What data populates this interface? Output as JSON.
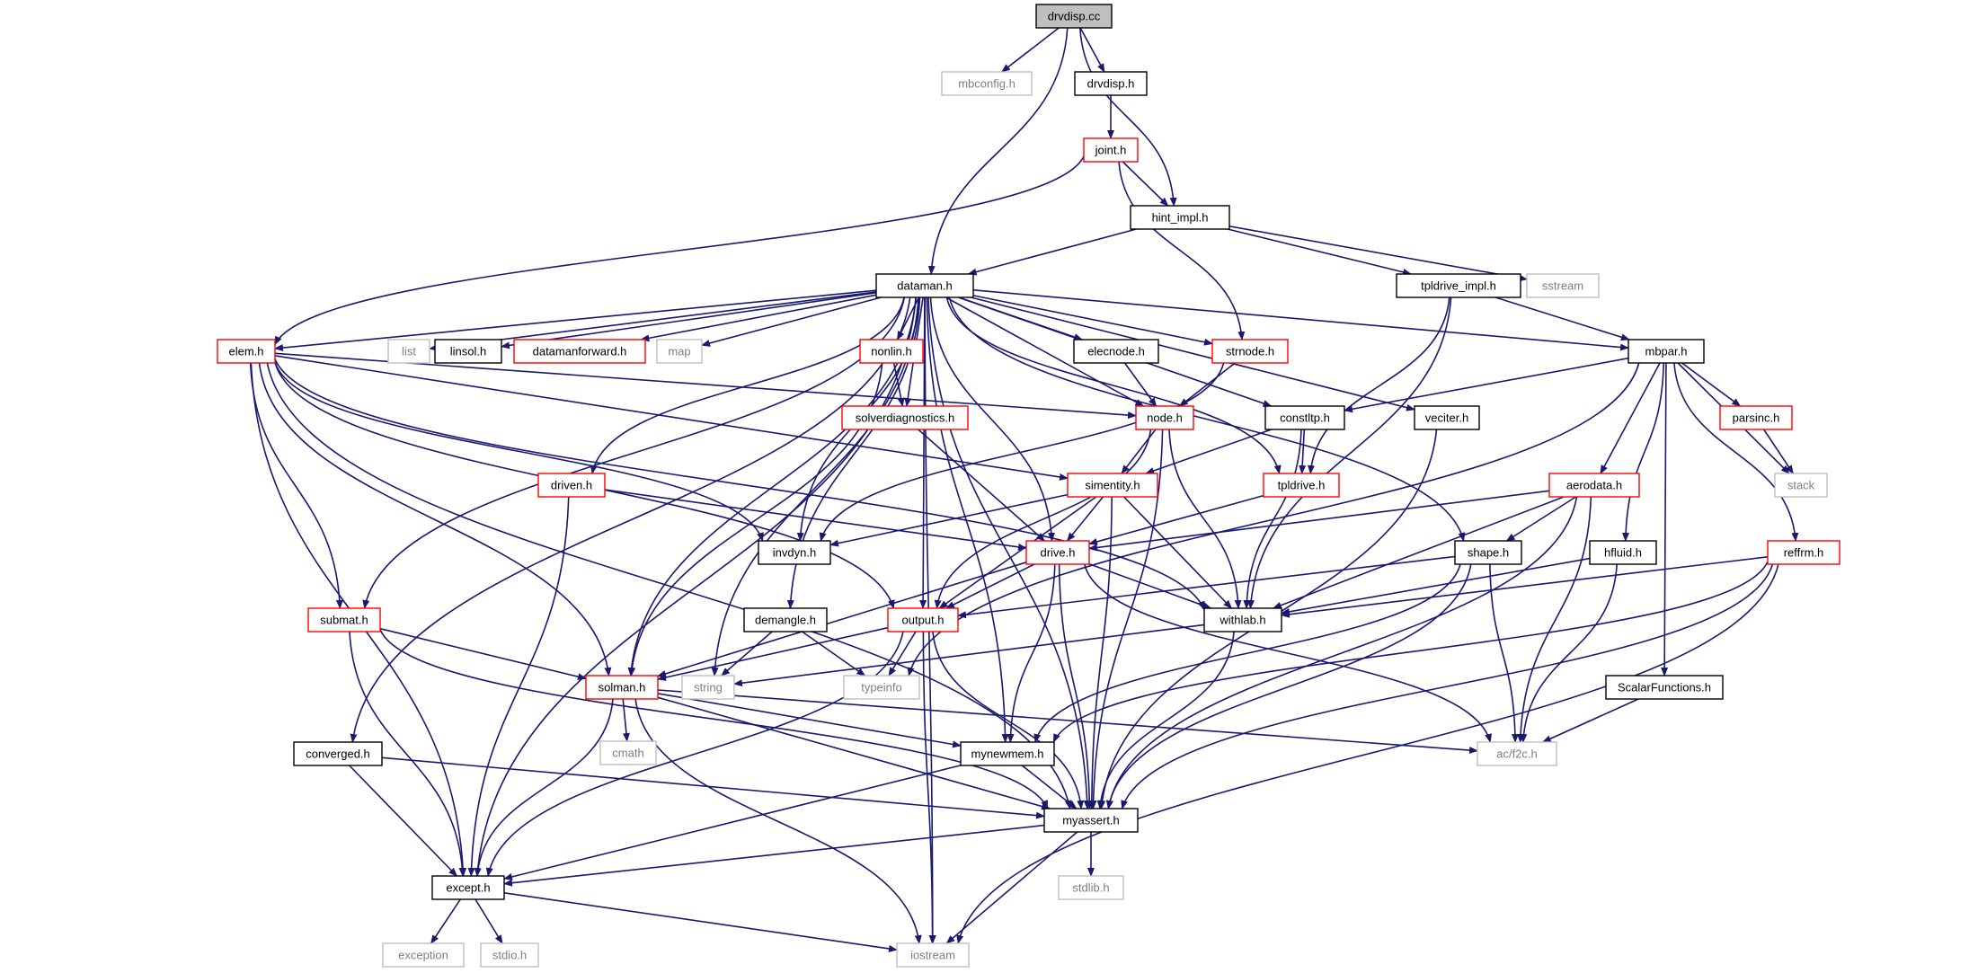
{
  "graph": {
    "colors": {
      "edge": "#191970",
      "root_fill": "#bfbfbf",
      "root_border": "#000000",
      "normal_border": "#000000",
      "truncated_border": "#ff0000",
      "system_border": "#bfbfbf",
      "system_text": "#7f7f7f",
      "text": "#000000"
    },
    "nodes": [
      {
        "id": "drvdisp_cc",
        "label": "drvdisp.cc",
        "kind": "root"
      },
      {
        "id": "mbconfig_h",
        "label": "mbconfig.h",
        "kind": "system"
      },
      {
        "id": "drvdisp_h",
        "label": "drvdisp.h",
        "kind": "normal"
      },
      {
        "id": "joint_h",
        "label": "joint.h",
        "kind": "truncated"
      },
      {
        "id": "hint_impl_h",
        "label": "hint_impl.h",
        "kind": "normal"
      },
      {
        "id": "dataman_h",
        "label": "dataman.h",
        "kind": "normal"
      },
      {
        "id": "tpldrive_impl_h",
        "label": "tpldrive_impl.h",
        "kind": "normal"
      },
      {
        "id": "sstream",
        "label": "sstream",
        "kind": "system"
      },
      {
        "id": "elem_h",
        "label": "elem.h",
        "kind": "truncated"
      },
      {
        "id": "list",
        "label": "list",
        "kind": "system"
      },
      {
        "id": "linsol_h",
        "label": "linsol.h",
        "kind": "normal"
      },
      {
        "id": "datamanforward_h",
        "label": "datamanforward.h",
        "kind": "truncated"
      },
      {
        "id": "map",
        "label": "map",
        "kind": "system"
      },
      {
        "id": "nonlin_h",
        "label": "nonlin.h",
        "kind": "truncated"
      },
      {
        "id": "elecnode_h",
        "label": "elecnode.h",
        "kind": "normal"
      },
      {
        "id": "strnode_h",
        "label": "strnode.h",
        "kind": "truncated"
      },
      {
        "id": "mbpar_h",
        "label": "mbpar.h",
        "kind": "normal"
      },
      {
        "id": "node_h",
        "label": "node.h",
        "kind": "truncated"
      },
      {
        "id": "solverdiagnostics_h",
        "label": "solverdiagnostics.h",
        "kind": "truncated"
      },
      {
        "id": "constltp_h",
        "label": "constltp.h",
        "kind": "normal"
      },
      {
        "id": "veciter_h",
        "label": "veciter.h",
        "kind": "normal"
      },
      {
        "id": "parsinc_h",
        "label": "parsinc.h",
        "kind": "truncated"
      },
      {
        "id": "stack",
        "label": "stack",
        "kind": "system"
      },
      {
        "id": "driven_h",
        "label": "driven.h",
        "kind": "truncated"
      },
      {
        "id": "simentity_h",
        "label": "simentity.h",
        "kind": "truncated"
      },
      {
        "id": "tpldrive_h",
        "label": "tpldrive.h",
        "kind": "truncated"
      },
      {
        "id": "aerodata_h",
        "label": "aerodata.h",
        "kind": "truncated"
      },
      {
        "id": "invdyn_h",
        "label": "invdyn.h",
        "kind": "normal"
      },
      {
        "id": "drive_h",
        "label": "drive.h",
        "kind": "truncated"
      },
      {
        "id": "shape_h",
        "label": "shape.h",
        "kind": "normal"
      },
      {
        "id": "hfluid_h",
        "label": "hfluid.h",
        "kind": "normal"
      },
      {
        "id": "reffrm_h",
        "label": "reffrm.h",
        "kind": "truncated"
      },
      {
        "id": "demangle_h",
        "label": "demangle.h",
        "kind": "normal"
      },
      {
        "id": "output_h",
        "label": "output.h",
        "kind": "truncated"
      },
      {
        "id": "withlab_h",
        "label": "withlab.h",
        "kind": "normal"
      },
      {
        "id": "submat_h",
        "label": "submat.h",
        "kind": "truncated"
      },
      {
        "id": "string",
        "label": "string",
        "kind": "system"
      },
      {
        "id": "typeinfo",
        "label": "typeinfo",
        "kind": "system"
      },
      {
        "id": "solman_h",
        "label": "solman.h",
        "kind": "truncated"
      },
      {
        "id": "ScalarFunctions_h",
        "label": "ScalarFunctions.h",
        "kind": "normal"
      },
      {
        "id": "cmath",
        "label": "cmath",
        "kind": "system"
      },
      {
        "id": "converged_h",
        "label": "converged.h",
        "kind": "normal"
      },
      {
        "id": "mynewmem_h",
        "label": "mynewmem.h",
        "kind": "normal"
      },
      {
        "id": "ac_f2c_h",
        "label": "ac/f2c.h",
        "kind": "system"
      },
      {
        "id": "myassert_h",
        "label": "myassert.h",
        "kind": "normal"
      },
      {
        "id": "except_h",
        "label": "except.h",
        "kind": "normal"
      },
      {
        "id": "stdlib_h",
        "label": "stdlib.h",
        "kind": "system"
      },
      {
        "id": "exception",
        "label": "exception",
        "kind": "system"
      },
      {
        "id": "stdio_h",
        "label": "stdio.h",
        "kind": "system"
      },
      {
        "id": "iostream",
        "label": "iostream",
        "kind": "system"
      }
    ],
    "edges": [
      [
        "drvdisp_cc",
        "mbconfig_h"
      ],
      [
        "drvdisp_cc",
        "drvdisp_h"
      ],
      [
        "drvdisp_cc",
        "hint_impl_h"
      ],
      [
        "drvdisp_cc",
        "dataman_h"
      ],
      [
        "drvdisp_h",
        "joint_h"
      ],
      [
        "joint_h",
        "hint_impl_h"
      ],
      [
        "joint_h",
        "elem_h"
      ],
      [
        "joint_h",
        "strnode_h"
      ],
      [
        "hint_impl_h",
        "dataman_h"
      ],
      [
        "hint_impl_h",
        "tpldrive_impl_h"
      ],
      [
        "hint_impl_h",
        "sstream"
      ],
      [
        "tpldrive_impl_h",
        "mbpar_h"
      ],
      [
        "tpldrive_impl_h",
        "tpldrive_h"
      ],
      [
        "tpldrive_impl_h",
        "withlab_h"
      ],
      [
        "dataman_h",
        "elem_h"
      ],
      [
        "dataman_h",
        "list"
      ],
      [
        "dataman_h",
        "linsol_h"
      ],
      [
        "dataman_h",
        "datamanforward_h"
      ],
      [
        "dataman_h",
        "map"
      ],
      [
        "dataman_h",
        "nonlin_h"
      ],
      [
        "dataman_h",
        "elecnode_h"
      ],
      [
        "dataman_h",
        "strnode_h"
      ],
      [
        "dataman_h",
        "mbpar_h"
      ],
      [
        "dataman_h",
        "node_h"
      ],
      [
        "dataman_h",
        "solverdiagnostics_h"
      ],
      [
        "dataman_h",
        "constltp_h"
      ],
      [
        "dataman_h",
        "veciter_h"
      ],
      [
        "dataman_h",
        "driven_h"
      ],
      [
        "dataman_h",
        "tpldrive_h"
      ],
      [
        "dataman_h",
        "invdyn_h"
      ],
      [
        "dataman_h",
        "drive_h"
      ],
      [
        "dataman_h",
        "shape_h"
      ],
      [
        "dataman_h",
        "demangle_h"
      ],
      [
        "dataman_h",
        "output_h"
      ],
      [
        "dataman_h",
        "submat_h"
      ],
      [
        "dataman_h",
        "string"
      ],
      [
        "dataman_h",
        "solman_h"
      ],
      [
        "dataman_h",
        "converged_h"
      ],
      [
        "dataman_h",
        "mynewmem_h"
      ],
      [
        "dataman_h",
        "myassert_h"
      ],
      [
        "dataman_h",
        "except_h"
      ],
      [
        "dataman_h",
        "iostream"
      ],
      [
        "elem_h",
        "node_h"
      ],
      [
        "elem_h",
        "simentity_h"
      ],
      [
        "elem_h",
        "invdyn_h"
      ],
      [
        "elem_h",
        "withlab_h"
      ],
      [
        "elem_h",
        "output_h"
      ],
      [
        "elem_h",
        "submat_h"
      ],
      [
        "elem_h",
        "solman_h"
      ],
      [
        "elem_h",
        "myassert_h"
      ],
      [
        "elem_h",
        "except_h"
      ],
      [
        "nonlin_h",
        "solverdiagnostics_h"
      ],
      [
        "nonlin_h",
        "solman_h"
      ],
      [
        "elecnode_h",
        "node_h"
      ],
      [
        "strnode_h",
        "node_h"
      ],
      [
        "strnode_h",
        "invdyn_h"
      ],
      [
        "mbpar_h",
        "constltp_h"
      ],
      [
        "mbpar_h",
        "parsinc_h"
      ],
      [
        "mbpar_h",
        "stack"
      ],
      [
        "mbpar_h",
        "aerodata_h"
      ],
      [
        "mbpar_h",
        "hfluid_h"
      ],
      [
        "mbpar_h",
        "reffrm_h"
      ],
      [
        "mbpar_h",
        "ScalarFunctions_h"
      ],
      [
        "mbpar_h",
        "typeinfo"
      ],
      [
        "node_h",
        "simentity_h"
      ],
      [
        "node_h",
        "withlab_h"
      ],
      [
        "node_h",
        "output_h"
      ],
      [
        "node_h",
        "myassert_h"
      ],
      [
        "solverdiagnostics_h",
        "drive_h"
      ],
      [
        "constltp_h",
        "simentity_h"
      ],
      [
        "constltp_h",
        "tpldrive_h"
      ],
      [
        "constltp_h",
        "withlab_h"
      ],
      [
        "veciter_h",
        "myassert_h"
      ],
      [
        "parsinc_h",
        "stack"
      ],
      [
        "driven_h",
        "drive_h"
      ],
      [
        "driven_h",
        "except_h"
      ],
      [
        "simentity_h",
        "invdyn_h"
      ],
      [
        "simentity_h",
        "drive_h"
      ],
      [
        "simentity_h",
        "withlab_h"
      ],
      [
        "simentity_h",
        "output_h"
      ],
      [
        "simentity_h",
        "myassert_h"
      ],
      [
        "tpldrive_h",
        "drive_h"
      ],
      [
        "aerodata_h",
        "drive_h"
      ],
      [
        "aerodata_h",
        "shape_h"
      ],
      [
        "aerodata_h",
        "withlab_h"
      ],
      [
        "aerodata_h",
        "ac_f2c_h"
      ],
      [
        "aerodata_h",
        "myassert_h"
      ],
      [
        "drive_h",
        "output_h"
      ],
      [
        "drive_h",
        "withlab_h"
      ],
      [
        "drive_h",
        "solman_h"
      ],
      [
        "drive_h",
        "mynewmem_h"
      ],
      [
        "drive_h",
        "myassert_h"
      ],
      [
        "drive_h",
        "ac_f2c_h"
      ],
      [
        "shape_h",
        "output_h"
      ],
      [
        "shape_h",
        "mynewmem_h"
      ],
      [
        "shape_h",
        "ac_f2c_h"
      ],
      [
        "shape_h",
        "myassert_h"
      ],
      [
        "hfluid_h",
        "withlab_h"
      ],
      [
        "hfluid_h",
        "ac_f2c_h"
      ],
      [
        "reffrm_h",
        "withlab_h"
      ],
      [
        "reffrm_h",
        "mynewmem_h"
      ],
      [
        "reffrm_h",
        "myassert_h"
      ],
      [
        "reffrm_h",
        "iostream"
      ],
      [
        "demangle_h",
        "string"
      ],
      [
        "demangle_h",
        "typeinfo"
      ],
      [
        "output_h",
        "solman_h"
      ],
      [
        "output_h",
        "typeinfo"
      ],
      [
        "output_h",
        "myassert_h"
      ],
      [
        "output_h",
        "except_h"
      ],
      [
        "output_h",
        "iostream"
      ],
      [
        "withlab_h",
        "string"
      ],
      [
        "withlab_h",
        "myassert_h"
      ],
      [
        "submat_h",
        "solman_h"
      ],
      [
        "submat_h",
        "myassert_h"
      ],
      [
        "submat_h",
        "except_h"
      ],
      [
        "solman_h",
        "cmath"
      ],
      [
        "solman_h",
        "mynewmem_h"
      ],
      [
        "solman_h",
        "ac_f2c_h"
      ],
      [
        "solman_h",
        "myassert_h"
      ],
      [
        "solman_h",
        "except_h"
      ],
      [
        "solman_h",
        "iostream"
      ],
      [
        "ScalarFunctions_h",
        "ac_f2c_h"
      ],
      [
        "converged_h",
        "myassert_h"
      ],
      [
        "converged_h",
        "except_h"
      ],
      [
        "mynewmem_h",
        "myassert_h"
      ],
      [
        "mynewmem_h",
        "except_h"
      ],
      [
        "myassert_h",
        "except_h"
      ],
      [
        "myassert_h",
        "stdlib_h"
      ],
      [
        "myassert_h",
        "iostream"
      ],
      [
        "except_h",
        "exception"
      ],
      [
        "except_h",
        "stdio_h"
      ],
      [
        "except_h",
        "iostream"
      ]
    ]
  }
}
